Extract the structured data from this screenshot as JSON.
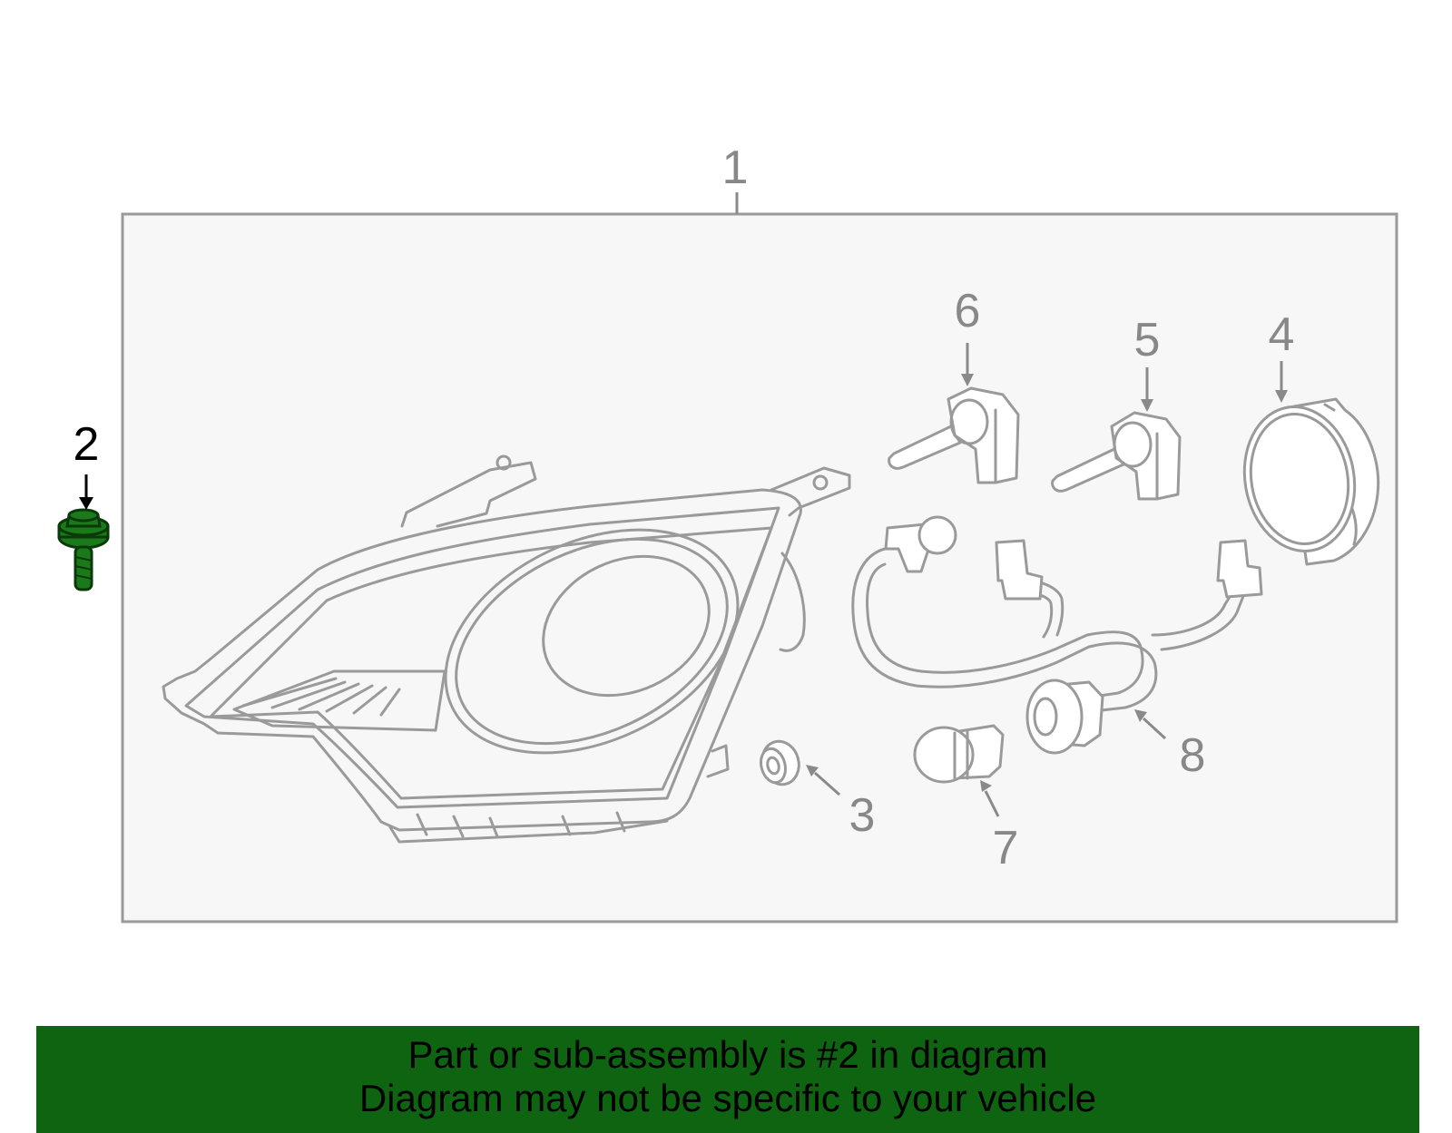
{
  "callouts": {
    "c1": "1",
    "c2": "2",
    "c3": "3",
    "c4": "4",
    "c5": "5",
    "c6": "6",
    "c7": "7",
    "c8": "8"
  },
  "highlighted_part": "2",
  "colors": {
    "highlight": "#1a7a1a",
    "banner_bg": "#0f6412",
    "panel_bg": "#f7f7f7",
    "line": "#9a9a9a"
  },
  "banner": {
    "line1": "Part or sub-assembly is #2 in diagram",
    "line2": "Diagram may not be specific to your vehicle"
  }
}
